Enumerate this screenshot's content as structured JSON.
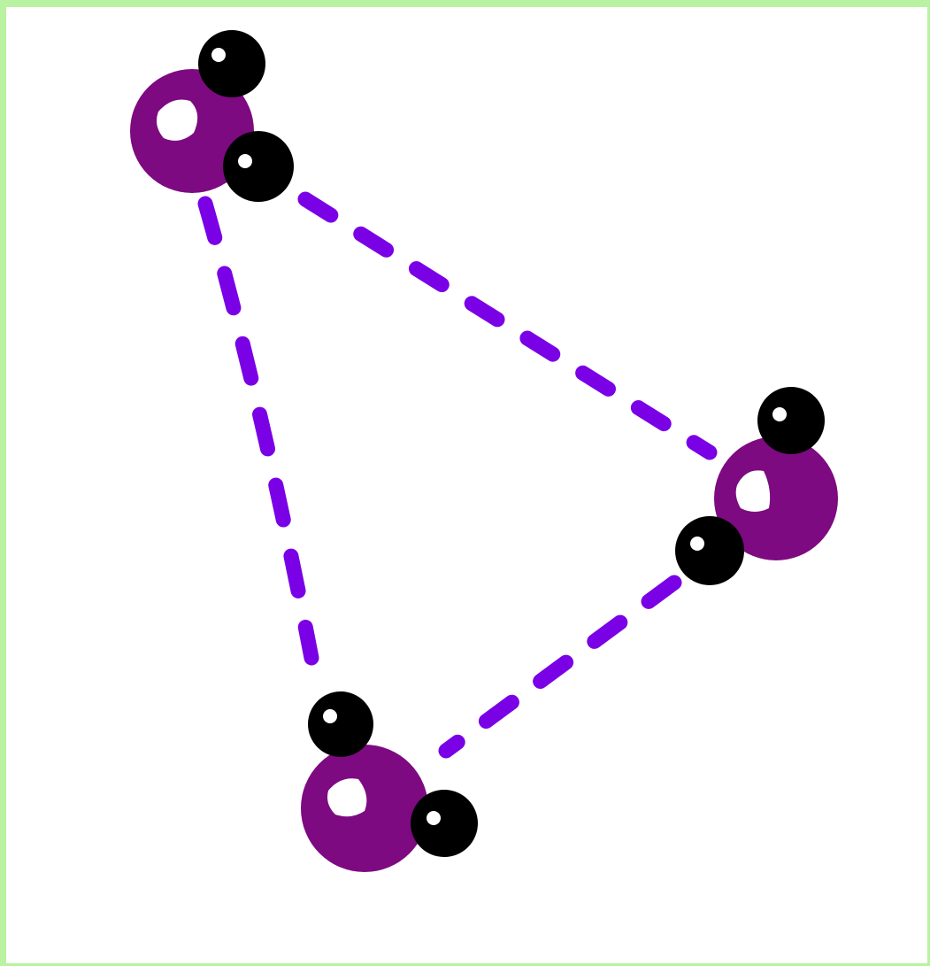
{
  "colors": {
    "frame_border": "#b9f2a0",
    "background": "#ffffff",
    "oxygen": "#7d0a80",
    "hydrogen": "#000000",
    "hydrogen_highlight": "#ffffff",
    "hydrogen_bond": "#7a00e6"
  },
  "molecules": [
    {
      "name": "water-molecule-top-left",
      "oxygen": "O",
      "hydrogens": [
        "H",
        "H"
      ]
    },
    {
      "name": "water-molecule-right",
      "oxygen": "O",
      "hydrogens": [
        "H",
        "H"
      ]
    },
    {
      "name": "water-molecule-bottom",
      "oxygen": "O",
      "hydrogens": [
        "H",
        "H"
      ]
    }
  ],
  "bonds": [
    {
      "name": "hydrogen-bond-top-left-to-right",
      "style": "dashed"
    },
    {
      "name": "hydrogen-bond-top-left-to-bottom",
      "style": "dashed"
    },
    {
      "name": "hydrogen-bond-right-to-bottom",
      "style": "dashed"
    }
  ]
}
